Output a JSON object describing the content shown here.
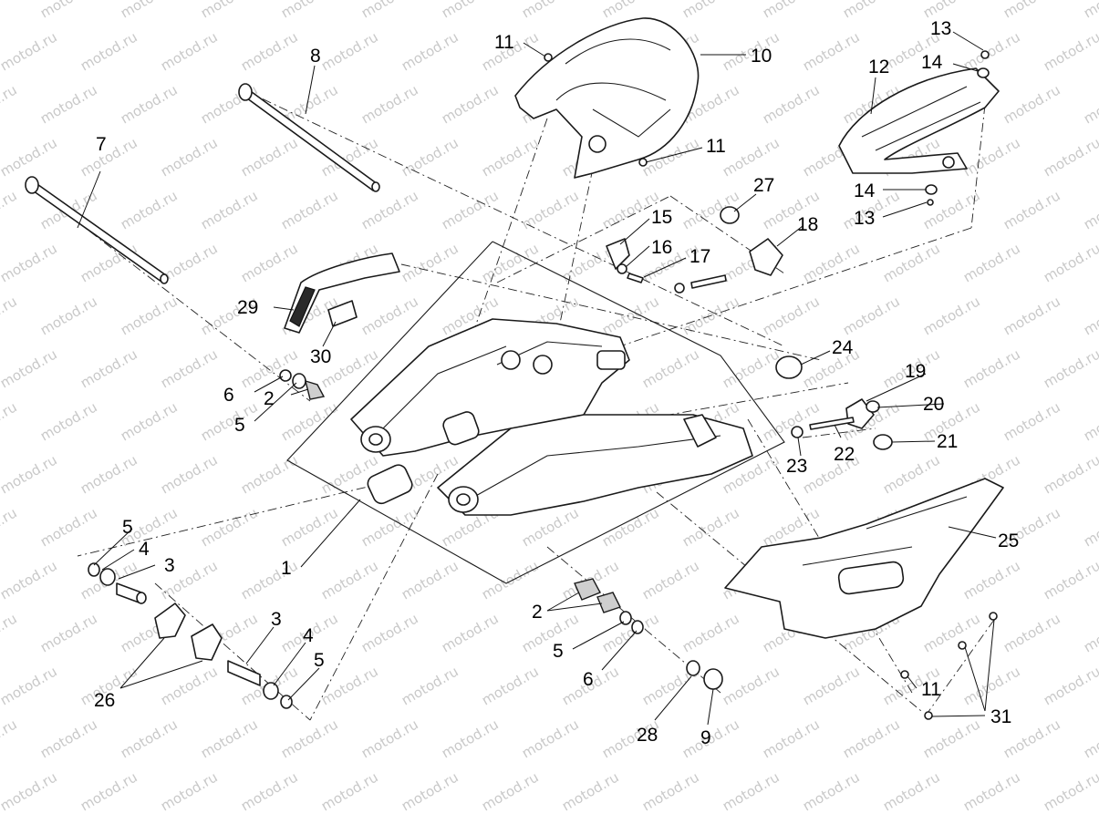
{
  "watermark": "motod.ru",
  "callouts": {
    "c1": "1",
    "c2a": "2",
    "c2b": "2",
    "c3a": "3",
    "c3b": "3",
    "c4a": "4",
    "c4b": "4",
    "c5a": "5",
    "c5b": "5",
    "c5c": "5",
    "c5d": "5",
    "c6a": "6",
    "c6b": "6",
    "c7": "7",
    "c8": "8",
    "c9": "9",
    "c10": "10",
    "c11a": "11",
    "c11b": "11",
    "c11c": "11",
    "c12": "12",
    "c13a": "13",
    "c13b": "13",
    "c14a": "14",
    "c14b": "14",
    "c15": "15",
    "c16": "16",
    "c17": "17",
    "c18": "18",
    "c19": "19",
    "c20": "20",
    "c21": "21",
    "c22": "22",
    "c23": "23",
    "c24": "24",
    "c25": "25",
    "c26": "26",
    "c27": "27",
    "c28": "28",
    "c29": "29",
    "c30": "30",
    "c31": "31"
  },
  "colors": {
    "line": "#1a1a1a",
    "watermark": "#c9c9c9",
    "background": "#ffffff"
  }
}
